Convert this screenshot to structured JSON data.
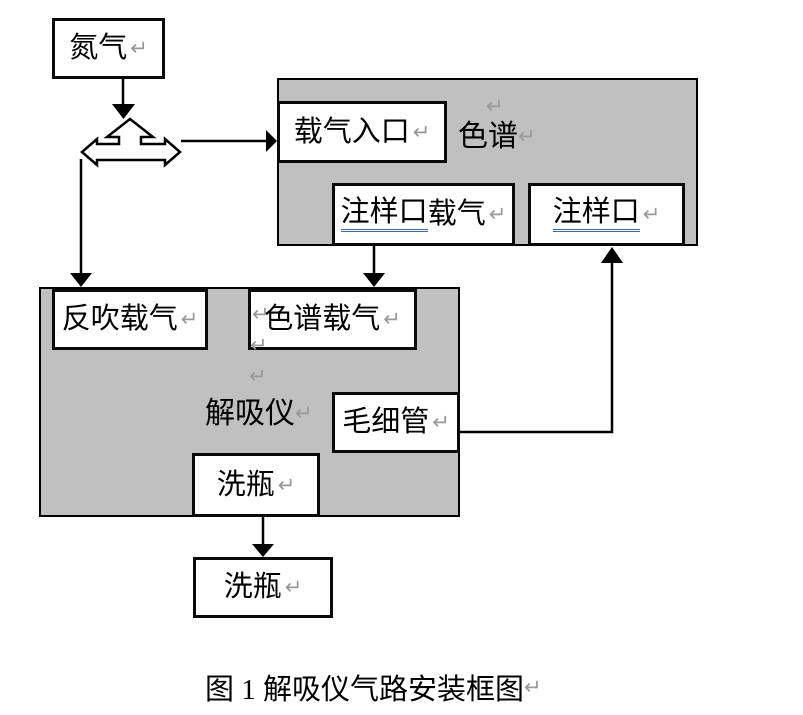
{
  "figure": {
    "caption": "图 1 解吸仪气路安装框图"
  },
  "marks": {
    "return": "↵"
  },
  "panels": {
    "chromatograph": {
      "label": "色谱"
    },
    "desorber": {
      "label": "解吸仪"
    }
  },
  "boxes": {
    "nitrogen": {
      "label": "氮气"
    },
    "carrier_inlet": {
      "label": "载气入口"
    },
    "injection_carrier": {
      "underlined": "注样口",
      "rest": "载气"
    },
    "injection_port": {
      "underlined": "注样口"
    },
    "backflush": {
      "label": "反吹载气"
    },
    "chrom_carrier": {
      "label": "色谱载气"
    },
    "capillary": {
      "label": "毛细管"
    },
    "wash_inner": {
      "label": "洗瓶"
    },
    "wash_outer": {
      "label": "洗瓶"
    }
  },
  "colors": {
    "panel_gray": "#c0c0c0",
    "underline_blue": "#3d6cb4",
    "mark_gray": "#999999",
    "line_black": "#000000"
  }
}
